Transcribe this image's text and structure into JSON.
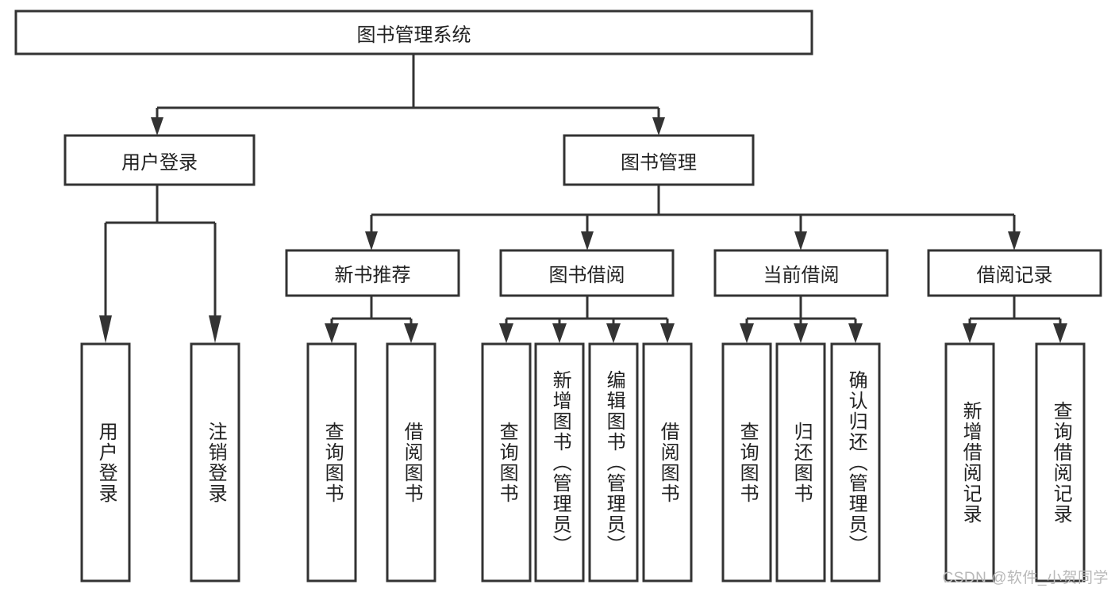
{
  "diagram": {
    "type": "tree",
    "title": "图书管理系统",
    "watermark": "CSDN @软件_小贺同学",
    "colors": {
      "box_stroke": "#333333",
      "box_fill": "#ffffff",
      "connector": "#333333",
      "text": "#222222",
      "watermark": "#b9b9b9",
      "background": "#ffffff"
    },
    "levels": {
      "root": "图书管理系统",
      "level2": [
        "用户登录",
        "图书管理"
      ],
      "level3": [
        "新书推荐",
        "图书借阅",
        "当前借阅",
        "借阅记录"
      ]
    },
    "nodes": {
      "root": {
        "label": "图书管理系统",
        "orientation": "horizontal"
      },
      "user_login": {
        "label": "用户登录",
        "orientation": "horizontal"
      },
      "book_manage": {
        "label": "图书管理",
        "orientation": "horizontal"
      },
      "new_book_rec": {
        "label": "新书推荐",
        "orientation": "horizontal"
      },
      "book_borrow": {
        "label": "图书借阅",
        "orientation": "horizontal"
      },
      "current_borrow": {
        "label": "当前借阅",
        "orientation": "horizontal"
      },
      "borrow_record": {
        "label": "借阅记录",
        "orientation": "horizontal"
      },
      "leaf_user_login": {
        "label": "用户登录",
        "orientation": "vertical"
      },
      "leaf_logout": {
        "label": "注销登录",
        "orientation": "vertical"
      },
      "leaf_query_book_1": {
        "label": "查询图书",
        "orientation": "vertical"
      },
      "leaf_borrow_book_1": {
        "label": "借阅图书",
        "orientation": "vertical"
      },
      "leaf_query_book_2": {
        "label": "查询图书",
        "orientation": "vertical"
      },
      "leaf_add_book": {
        "label": "新增图书（管理员）",
        "orientation": "vertical"
      },
      "leaf_edit_book": {
        "label": "编辑图书（管理员）",
        "orientation": "vertical"
      },
      "leaf_borrow_book_2": {
        "label": "借阅图书",
        "orientation": "vertical"
      },
      "leaf_query_book_3": {
        "label": "查询图书",
        "orientation": "vertical"
      },
      "leaf_return_book": {
        "label": "归还图书",
        "orientation": "vertical"
      },
      "leaf_confirm_return": {
        "label": "确认归还（管理员）",
        "orientation": "vertical"
      },
      "leaf_add_record": {
        "label": "新增借阅记录",
        "orientation": "vertical"
      },
      "leaf_query_record": {
        "label": "查询借阅记录",
        "orientation": "vertical"
      }
    },
    "edges": [
      {
        "from": "root",
        "to": "user_login"
      },
      {
        "from": "root",
        "to": "book_manage"
      },
      {
        "from": "user_login",
        "to": "leaf_user_login"
      },
      {
        "from": "user_login",
        "to": "leaf_logout"
      },
      {
        "from": "book_manage",
        "to": "new_book_rec"
      },
      {
        "from": "book_manage",
        "to": "book_borrow"
      },
      {
        "from": "book_manage",
        "to": "current_borrow"
      },
      {
        "from": "book_manage",
        "to": "borrow_record"
      },
      {
        "from": "new_book_rec",
        "to": "leaf_query_book_1"
      },
      {
        "from": "new_book_rec",
        "to": "leaf_borrow_book_1"
      },
      {
        "from": "book_borrow",
        "to": "leaf_query_book_2"
      },
      {
        "from": "book_borrow",
        "to": "leaf_add_book"
      },
      {
        "from": "book_borrow",
        "to": "leaf_edit_book"
      },
      {
        "from": "book_borrow",
        "to": "leaf_borrow_book_2"
      },
      {
        "from": "current_borrow",
        "to": "leaf_query_book_3"
      },
      {
        "from": "current_borrow",
        "to": "leaf_return_book"
      },
      {
        "from": "current_borrow",
        "to": "leaf_confirm_return"
      },
      {
        "from": "borrow_record",
        "to": "leaf_add_record"
      },
      {
        "from": "borrow_record",
        "to": "leaf_query_record"
      }
    ]
  }
}
